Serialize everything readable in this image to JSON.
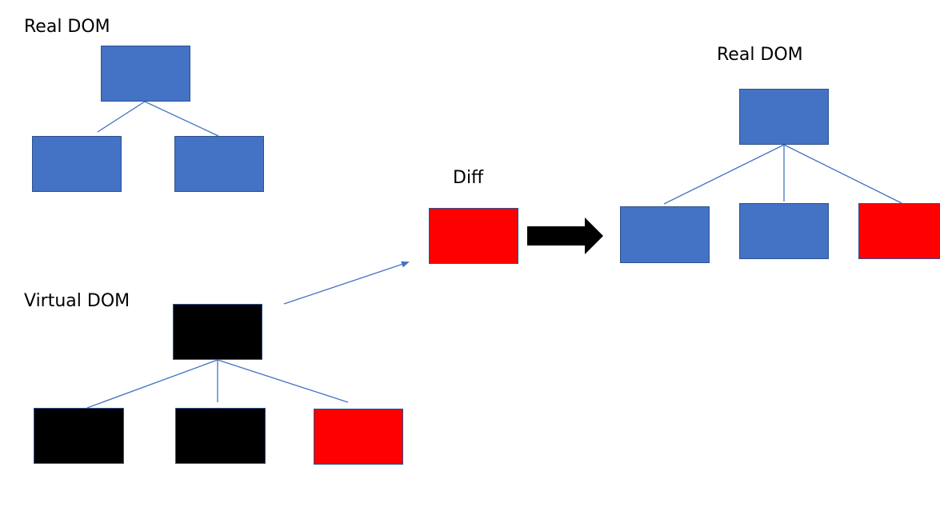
{
  "labels": {
    "real_dom_left": "Real DOM",
    "virtual_dom": "Virtual DOM",
    "diff": "Diff",
    "real_dom_right": "Real DOM"
  },
  "colors": {
    "real_dom_node": "#4472c4",
    "virtual_dom_node": "#000000",
    "changed_node": "#ff0000",
    "connector": "#4472c4",
    "arrow": "#000000"
  }
}
